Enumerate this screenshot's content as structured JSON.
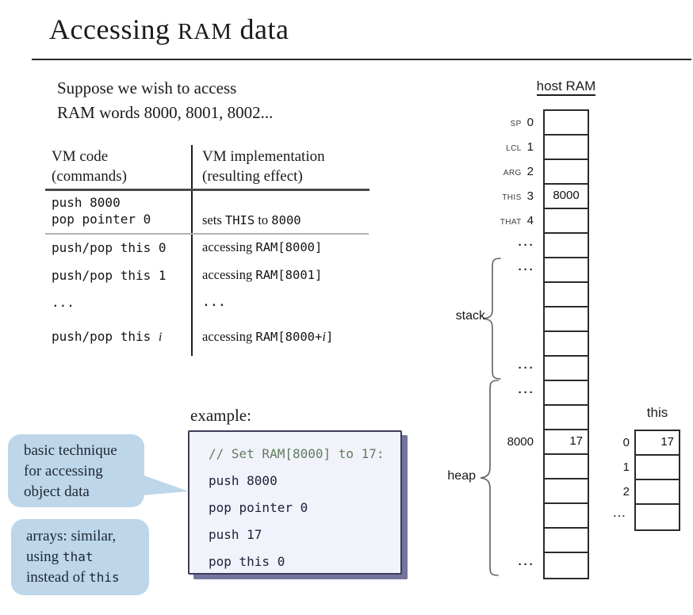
{
  "title": {
    "pre": "Accessing ",
    "ram": "RAM",
    "post": " data"
  },
  "intro": {
    "line1": "Suppose we wish to access",
    "line2": "RAM words 8000, 8001, 8002..."
  },
  "vm_table": {
    "header": {
      "col1_line1": "VM code",
      "col1_line2": "(commands)",
      "col2_line1": "VM implementation",
      "col2_line2": "(resulting effect)"
    },
    "row1": {
      "cmd_line1": "push 8000",
      "cmd_line2": "pop pointer 0",
      "eff_a": "sets ",
      "eff_b": "THIS",
      "eff_c": " to ",
      "eff_d": "8000"
    },
    "row2": {
      "cmd": "push/pop this 0",
      "eff_a": "accessing ",
      "eff_b": "RAM[8000]"
    },
    "row3": {
      "cmd": "push/pop this 1",
      "eff_a": "accessing ",
      "eff_b": "RAM[8001]"
    },
    "row4": {
      "cmd": "...",
      "eff": "..."
    },
    "row5": {
      "cmd_a": "push/pop this ",
      "cmd_i": "i",
      "eff_a": "accessing ",
      "eff_b": "RAM[8000+",
      "eff_i": "i",
      "eff_c": "]"
    }
  },
  "example": {
    "label": "example:",
    "comment": "// Set RAM[8000] to 17:",
    "lines": [
      "push 8000",
      "pop pointer 0",
      "push 17",
      "pop this 0"
    ]
  },
  "bubbles": {
    "bubble1": {
      "line1": "basic technique",
      "line2": "for accessing",
      "line3": "object data"
    },
    "bubble2": {
      "line1": "arrays: similar,",
      "line2_a": "using ",
      "line2_b": "that",
      "line3_a": "instead of ",
      "line3_b": "this"
    }
  },
  "ram": {
    "title": "host RAM",
    "stack_label": "stack",
    "heap_label": "heap",
    "rows": [
      {
        "reg": "SP",
        "idx": "0",
        "val": ""
      },
      {
        "reg": "LCL",
        "idx": "1",
        "val": ""
      },
      {
        "reg": "ARG",
        "idx": "2",
        "val": ""
      },
      {
        "reg": "THIS",
        "idx": "3",
        "val": "8000",
        "val_align": "center"
      },
      {
        "reg": "THAT",
        "idx": "4",
        "val": ""
      },
      {
        "dots": true
      },
      {
        "dots": true
      },
      {},
      {},
      {},
      {
        "dots": true
      },
      {
        "dots": true
      },
      {},
      {
        "label": "8000",
        "val": "17",
        "val_align": "right"
      },
      {},
      {},
      {},
      {},
      {
        "dots": true
      }
    ]
  },
  "this_segment": {
    "title": "this",
    "rows": [
      {
        "idx": "0",
        "val": "17",
        "val_align": "right"
      },
      {
        "idx": "1",
        "val": ""
      },
      {
        "idx": "2",
        "val": ""
      },
      {
        "dots": true
      }
    ]
  },
  "colors": {
    "bubble_bg": "#bdd6e9",
    "code_box_bg": "#f2f2fb",
    "code_box_border": "#3d3d5c",
    "comment_green": "#5e7d5e",
    "code_text": "#20203a"
  }
}
